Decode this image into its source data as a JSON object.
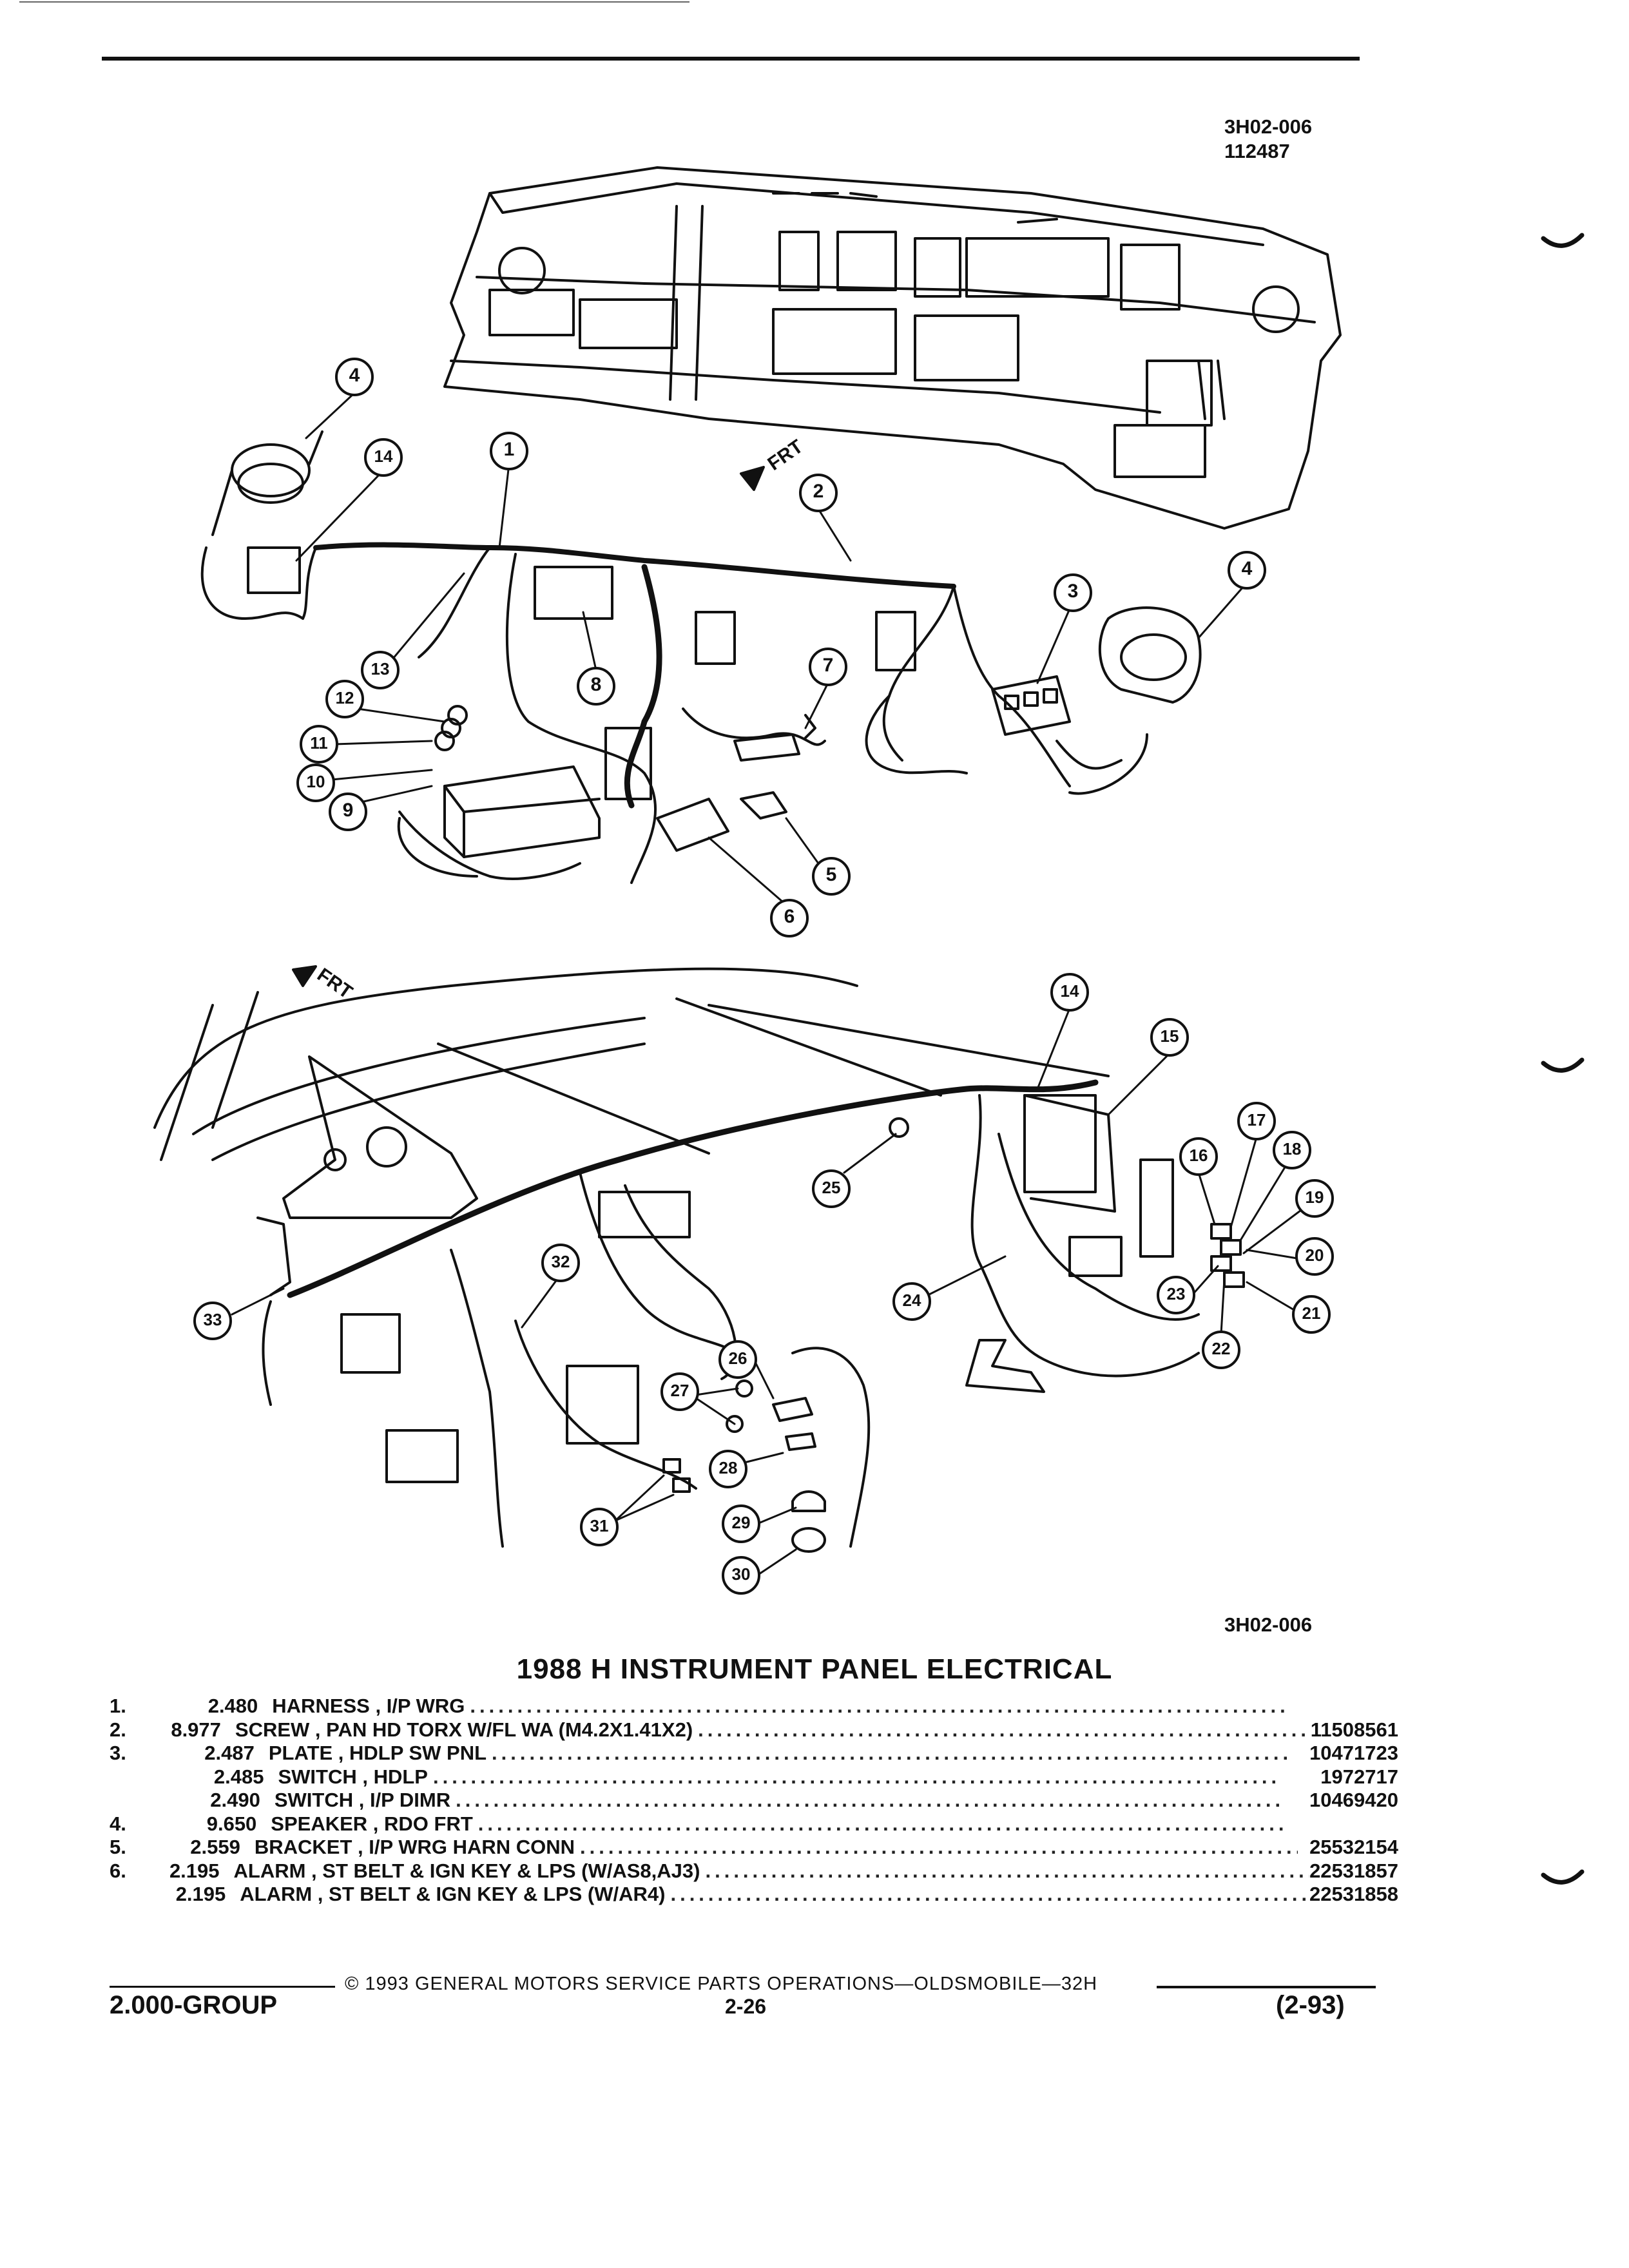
{
  "header": {
    "code": "3H02-006",
    "sub_code": "112487"
  },
  "illustration": {
    "frt_label": "FRT",
    "bottom_code": "3H02-006",
    "callouts_upper": [
      "1",
      "2",
      "3",
      "4",
      "4",
      "5",
      "6",
      "7",
      "8",
      "9",
      "10",
      "11",
      "12",
      "13",
      "14"
    ],
    "callouts_lower": [
      "14",
      "15",
      "16",
      "17",
      "18",
      "19",
      "20",
      "21",
      "22",
      "23",
      "24",
      "25",
      "26",
      "27",
      "28",
      "29",
      "30",
      "31",
      "32",
      "33"
    ]
  },
  "title": "1988 H INSTRUMENT PANEL ELECTRICAL",
  "parts": [
    {
      "ref": "1.",
      "group": "2.480",
      "desc": "HARNESS , I/P WRG",
      "part_no": ""
    },
    {
      "ref": "2.",
      "group": "8.977",
      "desc": "SCREW , PAN HD TORX W/FL WA (M4.2X1.41X2)",
      "part_no": "11508561"
    },
    {
      "ref": "3.",
      "group": "2.487",
      "desc": "PLATE , HDLP SW PNL",
      "part_no": "10471723"
    },
    {
      "ref": "",
      "group": "2.485",
      "desc": "SWITCH , HDLP",
      "part_no": "1972717"
    },
    {
      "ref": "",
      "group": "2.490",
      "desc": "SWITCH , I/P DIMR",
      "part_no": "10469420"
    },
    {
      "ref": "4.",
      "group": "9.650",
      "desc": "SPEAKER , RDO FRT",
      "part_no": ""
    },
    {
      "ref": "5.",
      "group": "2.559",
      "desc": "BRACKET , I/P WRG HARN CONN",
      "part_no": "25532154"
    },
    {
      "ref": "6.",
      "group": "2.195",
      "desc": "ALARM , ST BELT & IGN KEY & LPS (W/AS8,AJ3)",
      "part_no": "22531857"
    },
    {
      "ref": "",
      "group": "2.195",
      "desc": "ALARM , ST BELT & IGN KEY & LPS (W/AR4)",
      "part_no": "22531858"
    }
  ],
  "footer": {
    "copyright": "© 1993 GENERAL MOTORS SERVICE PARTS OPERATIONS—OLDSMOBILE—32H",
    "group": "2.000-GROUP",
    "page": "2-26",
    "date": "(2-93)"
  }
}
